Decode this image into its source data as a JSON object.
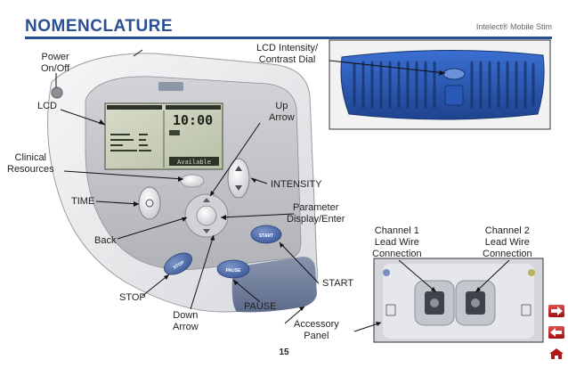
{
  "header": {
    "title": "NOMENCLATURE",
    "product": "Intelect® Mobile Stim"
  },
  "labels": {
    "power": [
      "Power",
      "On/Off"
    ],
    "lcd": "LCD",
    "clinical": [
      "Clinical",
      "Resources"
    ],
    "time": "TIME",
    "back": "Back",
    "stop": "STOP",
    "down_arrow": [
      "Down",
      "Arrow"
    ],
    "pause": "PAUSE",
    "accessory": [
      "Accessory",
      "Panel"
    ],
    "start": "START",
    "parameter": [
      "Parameter",
      "Display/Enter"
    ],
    "intensity": "INTENSITY",
    "up_arrow": [
      "Up",
      "Arrow"
    ],
    "lcd_intensity": [
      "LCD Intensity/",
      "Contrast Dial"
    ],
    "channel1": [
      "Channel 1",
      "Lead Wire",
      "Connection"
    ],
    "channel2": [
      "Channel 2",
      "Lead Wire",
      "Connection"
    ]
  },
  "device": {
    "lcd_time": "10:00",
    "lcd_available": "Available",
    "btn_start": "START",
    "btn_stop": "STOP",
    "btn_pause": "PAUSE"
  },
  "page_number": "15",
  "colors": {
    "header_blue": "#2b4f93",
    "dial_blue": "#2f5fc0",
    "device_shell": "#e9e9eb",
    "device_panel": "#c2c4c8",
    "accessory_panel": "#7d8aa6",
    "nav_red": "#c0202a"
  },
  "nav_icons": [
    "arrow-right-icon",
    "arrow-left-icon",
    "home-icon"
  ]
}
